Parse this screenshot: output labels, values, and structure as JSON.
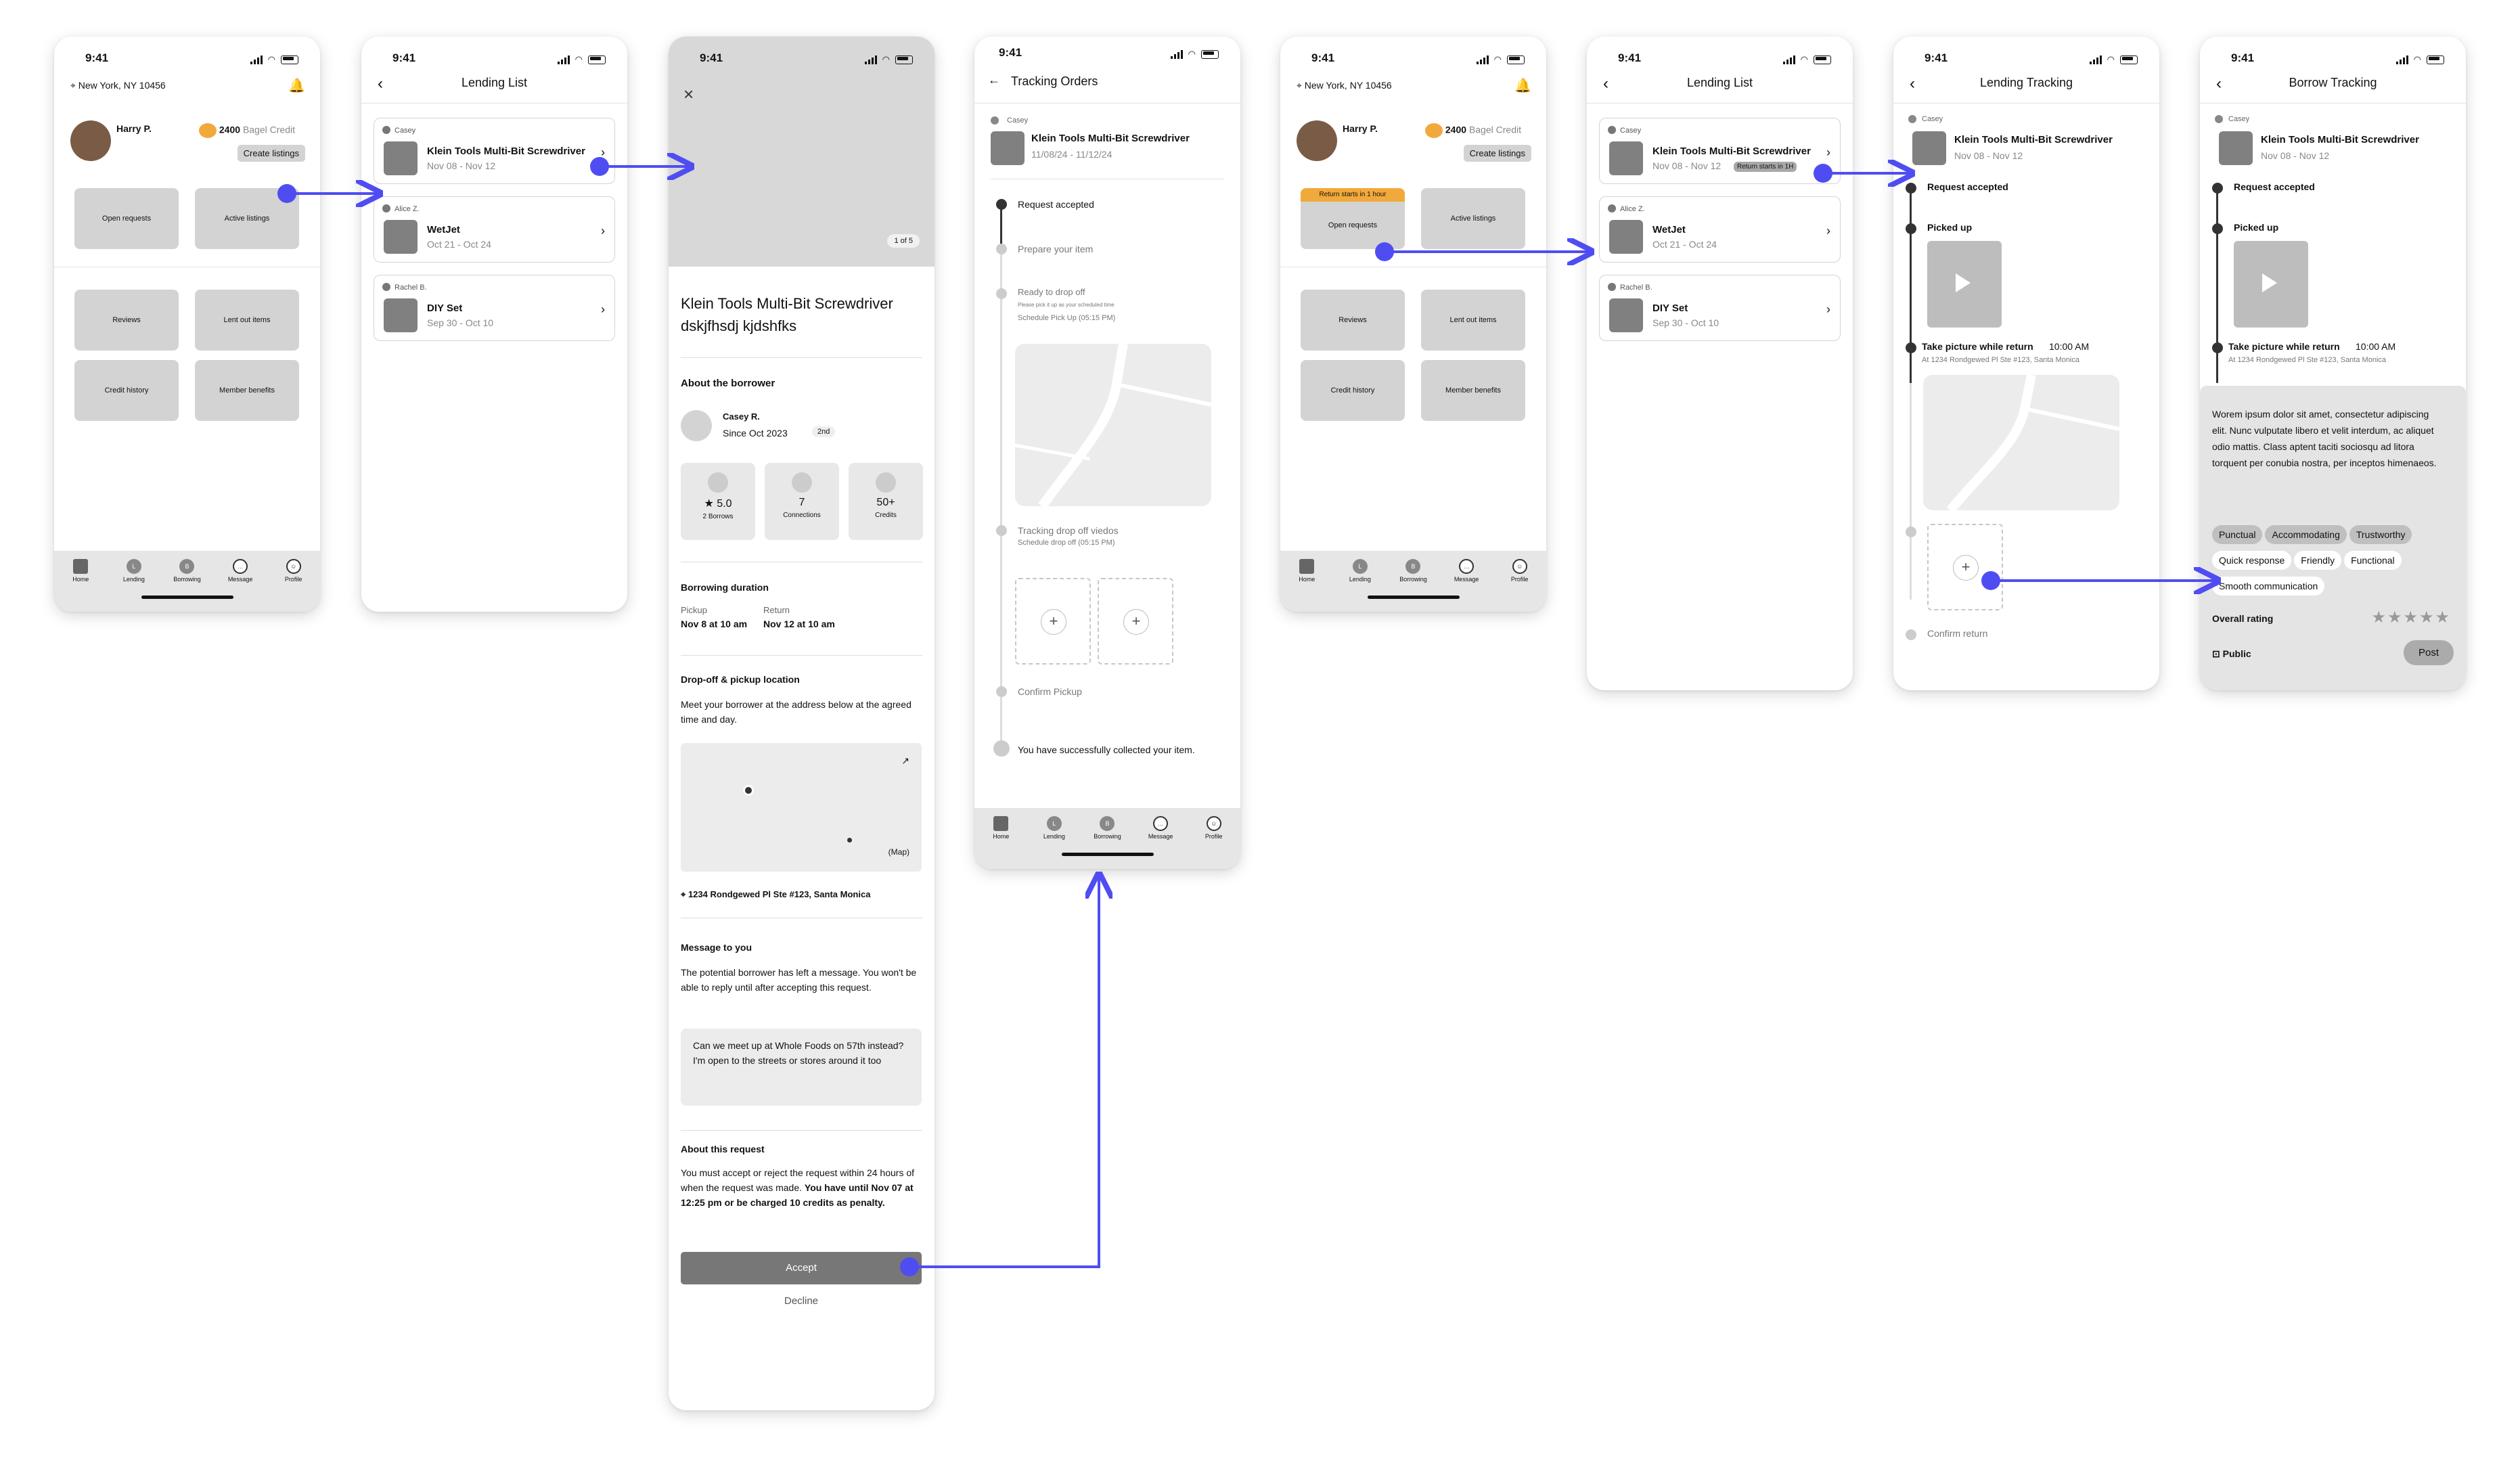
{
  "time": "9:41",
  "accent": "#4F4DF2",
  "location": "New York, NY 10456",
  "home": {
    "user": "Harry P.",
    "credit_value": "2400",
    "credit_label": "Bagel Credit",
    "create": "Create listings",
    "tiles": [
      "Open requests",
      "Active listings",
      "Reviews",
      "Lent out items",
      "Credit history",
      "Member benefits"
    ],
    "return_badge": "Return starts in 1 hour"
  },
  "nav": [
    "Home",
    "Lending",
    "Borrowing",
    "Message",
    "Profile"
  ],
  "nav_letters": [
    "L",
    "B"
  ],
  "lending_list": {
    "title": "Lending List",
    "items": [
      {
        "name": "Casey",
        "title": "Klein Tools Multi-Bit Screwdriver",
        "dates": "Nov 08 - Nov 12"
      },
      {
        "name": "Alice Z.",
        "title": "WetJet",
        "dates": "Oct 21 - Oct 24"
      },
      {
        "name": "Rachel B.",
        "title": "DIY Set",
        "dates": "Sep 30 - Oct 10"
      }
    ],
    "return_tag": "Return starts in 1H"
  },
  "detail": {
    "counter": "1 of 5",
    "title": "Klein Tools Multi-Bit Screwdriver dskjfhsdj kjdshfks",
    "about_borrower": "About the borrower",
    "borrower": "Casey R.",
    "since": "Since Oct 2023",
    "degree": "2nd",
    "stats": [
      {
        "v": "★ 5.0",
        "l": "2 Borrows"
      },
      {
        "v": "7",
        "l": "Connections"
      },
      {
        "v": "50+",
        "l": "Credits"
      }
    ],
    "dur_title": "Borrowing duration",
    "pickup_l": "Pickup",
    "pickup_v": "Nov 8 at 10 am",
    "return_l": "Return",
    "return_v": "Nov 12 at 10 am",
    "loc_title": "Drop-off & pickup location",
    "loc_text": "Meet your borrower at the address below at the agreed time and day.",
    "map": "(Map)",
    "address": "1234 Rondgewed Pl Ste #123, Santa Monica",
    "msg_title": "Message to you",
    "msg_text": "The potential borrower has left a message. You won't be able to reply until after accepting this request.",
    "msg_quote": "Can we meet up at Whole Foods on 57th instead? I'm open to the streets or stores around it too",
    "req_title": "About this request",
    "req_text": "You must accept or reject the request within 24 hours of when the request was made.",
    "req_bold": "You have until Nov 07 at 12:25 pm or be charged 10 credits as penalty.",
    "accept": "Accept",
    "decline": "Decline"
  },
  "tracking": {
    "title": "Tracking Orders",
    "name": "Casey",
    "item": "Klein Tools Multi-Bit  Screwdriver",
    "dates": "11/08/24 - 11/12/24",
    "steps": [
      "Request accepted",
      "Prepare your item",
      "Ready to drop off",
      "Tracking drop off viedos",
      "Confirm Pickup",
      "You have successfully collected your item."
    ],
    "sub1": "Please pick it up as your scheduled time",
    "sub2": "Schedule Pick Up (05:15 PM)",
    "sub3": "Schedule drop off (05:15 PM)"
  },
  "lend_track": {
    "title": "Lending Tracking",
    "steps": [
      "Request accepted",
      "Picked up",
      "Take picture while return",
      "Confirm return"
    ],
    "time": "10:00 AM",
    "addr": "At 1234 Rondgewed Pl Ste #123, Santa Monica"
  },
  "borrow_track": {
    "title": "Borrow Tracking",
    "review": "Worem ipsum dolor sit amet, consectetur adipiscing elit. Nunc vulputate libero et velit interdum, ac aliquet odio mattis. Class aptent taciti sociosqu ad litora torquent per conubia nostra, per inceptos himenaeos.",
    "chips": [
      "Punctual",
      "Accommodating",
      "Trustworthy",
      "Quick response",
      "Friendly",
      "Functional",
      "Smooth communication"
    ],
    "rating": "Overall rating",
    "public": "Public",
    "post": "Post"
  }
}
